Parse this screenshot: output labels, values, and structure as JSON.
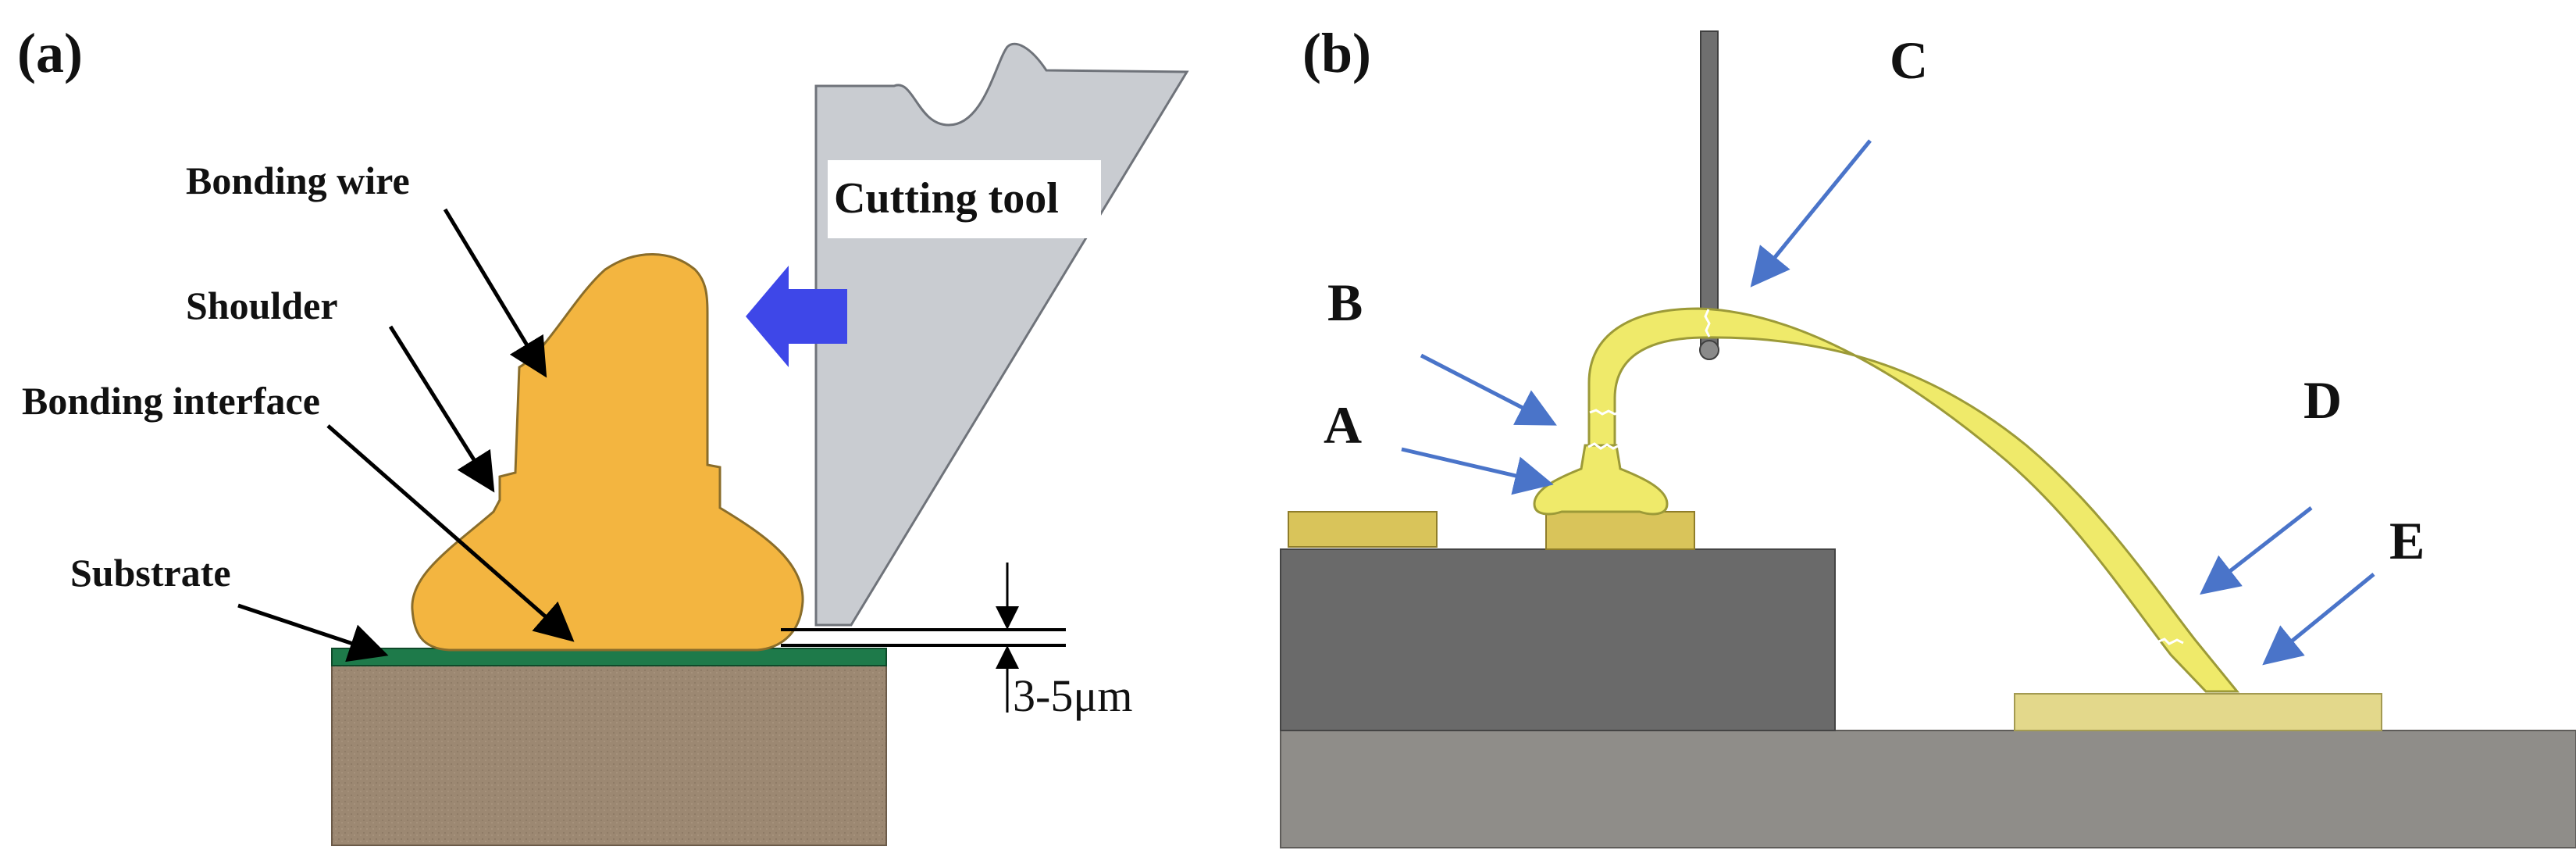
{
  "panel_a": {
    "tag": "(a)",
    "labels": {
      "bonding_wire": "Bonding wire",
      "shoulder": "Shoulder",
      "bonding_interface": "Bonding interface",
      "substrate": "Substrate",
      "cutting_tool": "Cutting tool",
      "gap": "3-5μm"
    },
    "colors": {
      "ball": "#F3B540",
      "ball_outline": "#8a6d2a",
      "tool": "#C9CCD1",
      "substrate_layer": "#1E7A4A",
      "base": "#9C8872",
      "arrow": "#3E47E8"
    }
  },
  "panel_b": {
    "tag": "(b)",
    "labels": {
      "a": "A",
      "b": "B",
      "c": "C",
      "d": "D",
      "e": "E"
    },
    "colors": {
      "wire": "#EFEA6A",
      "wire_outline": "#9c9a38",
      "chip": "#6A6A6A",
      "board": "#8F8D89",
      "pad": "#D9C45A",
      "pad_right": "#E3D88B",
      "capillary": "#6f6f6f",
      "arrow": "#4A74C9"
    }
  }
}
